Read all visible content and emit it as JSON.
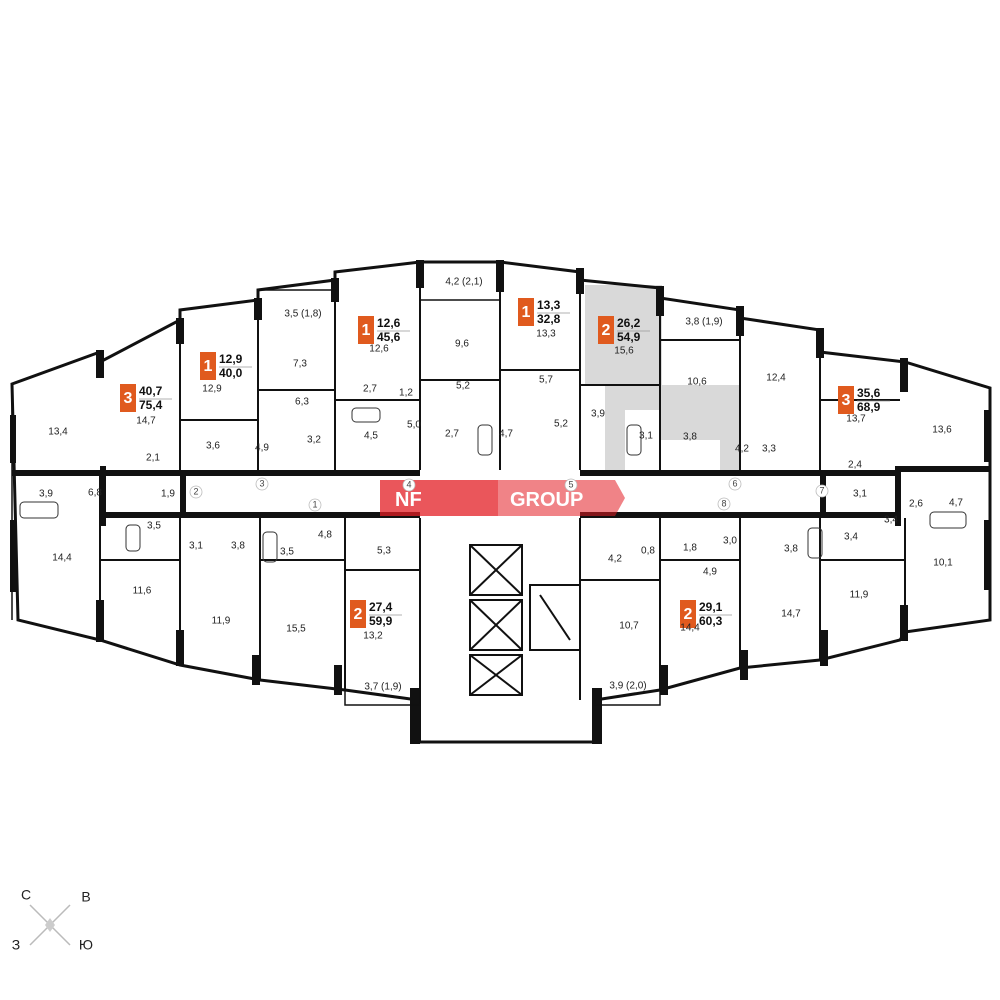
{
  "watermark": {
    "mark": "NF",
    "word": "GROUP",
    "color": "#e31e24"
  },
  "compass": {
    "n": "С",
    "e": "В",
    "w": "З",
    "s": "Ю"
  },
  "colors": {
    "accent": "#e05a1e",
    "wall": "#111111",
    "highlight": "#d9d9d9"
  },
  "apartments": [
    {
      "rooms": "3",
      "living": "40,7",
      "total": "75,4"
    },
    {
      "rooms": "1",
      "living": "12,9",
      "total": "40,0"
    },
    {
      "rooms": "1",
      "living": "12,6",
      "total": "45,6"
    },
    {
      "rooms": "1",
      "living": "13,3",
      "total": "32,8"
    },
    {
      "rooms": "2",
      "living": "26,2",
      "total": "54,9"
    },
    {
      "rooms": "3",
      "living": "35,6",
      "total": "68,9"
    },
    {
      "rooms": "2",
      "living": "27,4",
      "total": "59,9"
    },
    {
      "rooms": "2",
      "living": "29,1",
      "total": "60,3"
    }
  ],
  "rooms": [
    "13,4",
    "14,7",
    "3,9",
    "2,1",
    "6,8",
    "1,9",
    "14,4",
    "3,5",
    "3,1",
    "11,6",
    "12,9",
    "7,3",
    "3,5 (1,8)",
    "6,3",
    "3,6",
    "4,9",
    "3,2",
    "12,6",
    "2,7",
    "4,5",
    "1,2",
    "5,0",
    "4,2 (2,1)",
    "9,6",
    "5,2",
    "2,7",
    "4,7",
    "13,3",
    "5,7",
    "5,2",
    "3,9",
    "15,6",
    "3,8 (1,9)",
    "10,6",
    "12,4",
    "3,1",
    "3,8",
    "4,2",
    "3,3",
    "13,7",
    "2,4",
    "13,6",
    "3,1",
    "2,6",
    "4,7",
    "3,4",
    "3,4",
    "10,1",
    "11,9",
    "3,8",
    "14,7",
    "3,0",
    "4,9",
    "1,8",
    "0,8",
    "4,2",
    "10,7",
    "14,4",
    "3,9 (2,0)",
    "11,9",
    "3,8",
    "3,5",
    "15,5",
    "4,8",
    "5,3",
    "13,2",
    "3,7 (1,9)"
  ],
  "corridor": [
    "1",
    "2",
    "3",
    "4",
    "5",
    "6",
    "7",
    "8"
  ]
}
